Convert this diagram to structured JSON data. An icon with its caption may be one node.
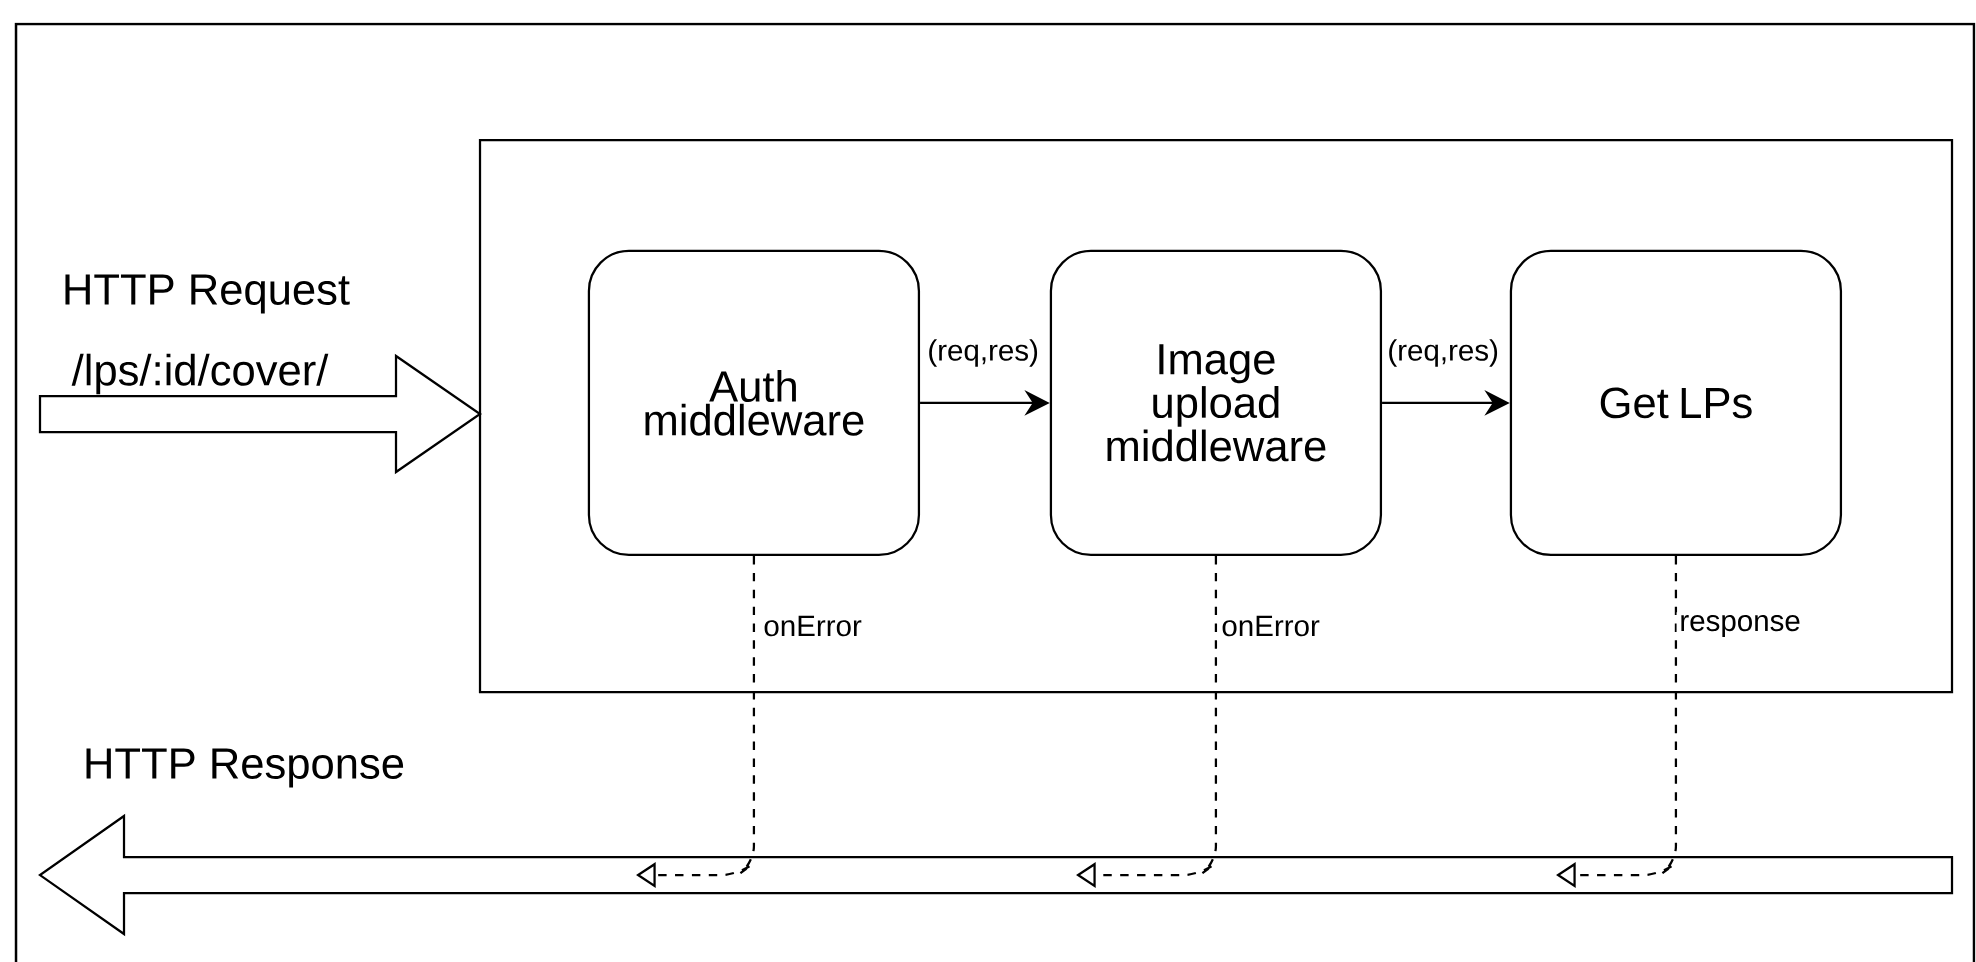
{
  "diagram": {
    "nodes": [
      {
        "text": [],
        "shape": "box"
      },
      {
        "text": [
          "Auth middleware"
        ],
        "in": 0
      },
      {
        "text": [
          "Image upload middleware"
        ],
        "in": 0
      },
      {
        "text": [
          "Get LPs"
        ],
        "in": 0
      },
      {
        "text": [
          "HTTP Request",
          "/lps/:id/cover/"
        ]
      },
      {
        "text": [
          "HTTP Response"
        ]
      }
    ],
    "edges": [
      {
        "from": 1,
        "to": 2,
        "arrow": "to",
        "label": "(req,res)"
      },
      {
        "from": 2,
        "to": 3,
        "arrow": "to",
        "label": "(req,res)"
      },
      {
        "from": 1,
        "to": 5,
        "arrow": "to",
        "label": "onError",
        "style": "dashed"
      },
      {
        "from": 2,
        "to": 5,
        "arrow": "to",
        "label": "onError",
        "style": "dashed"
      },
      {
        "from": 3,
        "to": 5,
        "arrow": "to",
        "label": "response",
        "style": "dashed"
      }
    ]
  }
}
